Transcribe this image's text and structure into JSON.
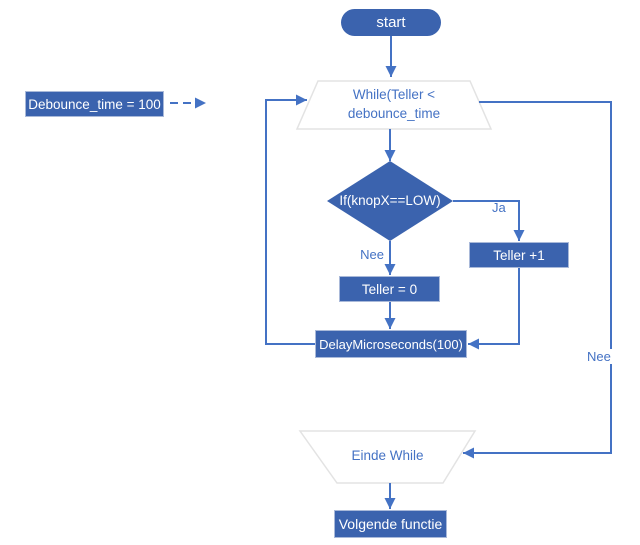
{
  "diagram": {
    "nodes": {
      "start": {
        "label": "start"
      },
      "debounce": {
        "label": "Debounce_time = 100"
      },
      "while_loop": {
        "line1": "While(Teller <",
        "line2": "debounce_time"
      },
      "if_condition": {
        "label": "If(knopX==LOW)"
      },
      "teller_plus": {
        "label": "Teller +1"
      },
      "teller_zero": {
        "label": "Teller = 0"
      },
      "delay": {
        "label": "DelayMicroseconds(100)"
      },
      "einde_while": {
        "label": "Einde While"
      },
      "volgende_functie": {
        "label": "Volgende functie"
      }
    },
    "edge_labels": {
      "ja": "Ja",
      "nee_if": "Nee",
      "nee_while": "Nee"
    },
    "colors": {
      "shape_fill": "#3b63ae",
      "connector": "#4472c4",
      "text_on_white": "#4472c4",
      "box_border": "#a9b9d9",
      "trapezoid_border": "#e3e3e3",
      "background": "#ffffff"
    }
  }
}
